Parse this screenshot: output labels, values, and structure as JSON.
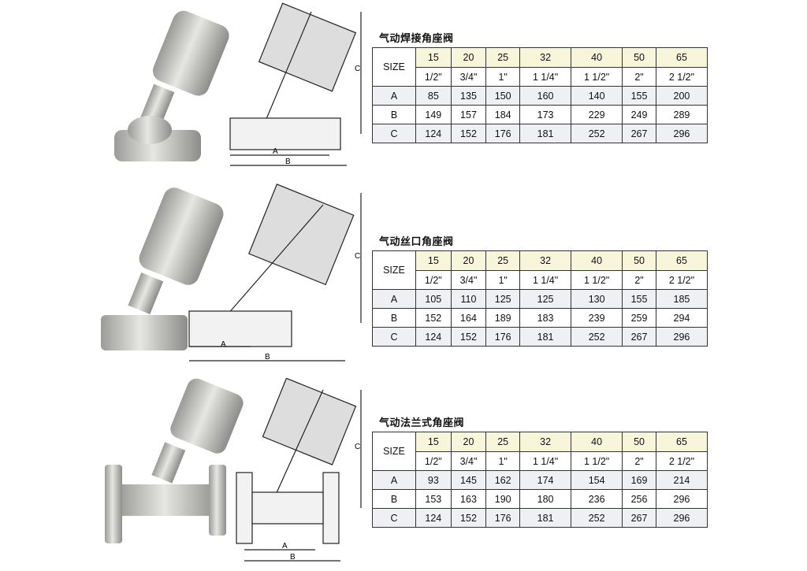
{
  "size_label": "SIZE",
  "dim_labels": {
    "A": "A",
    "B": "B",
    "C": "C"
  },
  "sections": [
    {
      "title": "气动焊接角座阀",
      "dn": [
        "15",
        "20",
        "25",
        "32",
        "40",
        "50",
        "65"
      ],
      "inch": [
        "1/2\"",
        "3/4\"",
        "1\"",
        "1 1/4\"",
        "1 1/2\"",
        "2\"",
        "2 1/2\""
      ],
      "rows": [
        {
          "label": "A",
          "values": [
            "85",
            "135",
            "150",
            "160",
            "140",
            "155",
            "200"
          ]
        },
        {
          "label": "B",
          "values": [
            "149",
            "157",
            "184",
            "173",
            "229",
            "249",
            "289"
          ]
        },
        {
          "label": "C",
          "values": [
            "124",
            "152",
            "176",
            "181",
            "252",
            "267",
            "296"
          ]
        }
      ]
    },
    {
      "title": "气动丝口角座阀",
      "dn": [
        "15",
        "20",
        "25",
        "32",
        "40",
        "50",
        "65"
      ],
      "inch": [
        "1/2\"",
        "3/4\"",
        "1\"",
        "1 1/4\"",
        "1 1/2\"",
        "2\"",
        "2 1/2\""
      ],
      "rows": [
        {
          "label": "A",
          "values": [
            "105",
            "110",
            "125",
            "125",
            "130",
            "155",
            "185"
          ]
        },
        {
          "label": "B",
          "values": [
            "152",
            "164",
            "189",
            "183",
            "239",
            "259",
            "294"
          ]
        },
        {
          "label": "C",
          "values": [
            "124",
            "152",
            "176",
            "181",
            "252",
            "267",
            "296"
          ]
        }
      ]
    },
    {
      "title": "气动法兰式角座阀",
      "dn": [
        "15",
        "20",
        "25",
        "32",
        "40",
        "50",
        "65"
      ],
      "inch": [
        "1/2\"",
        "3/4\"",
        "1\"",
        "1 1/4\"",
        "1 1/2\"",
        "2\"",
        "2 1/2\""
      ],
      "rows": [
        {
          "label": "A",
          "values": [
            "93",
            "145",
            "162",
            "174",
            "154",
            "169",
            "214"
          ]
        },
        {
          "label": "B",
          "values": [
            "153",
            "163",
            "190",
            "180",
            "236",
            "256",
            "296"
          ]
        },
        {
          "label": "C",
          "values": [
            "124",
            "152",
            "176",
            "181",
            "252",
            "267",
            "296"
          ]
        }
      ]
    }
  ]
}
